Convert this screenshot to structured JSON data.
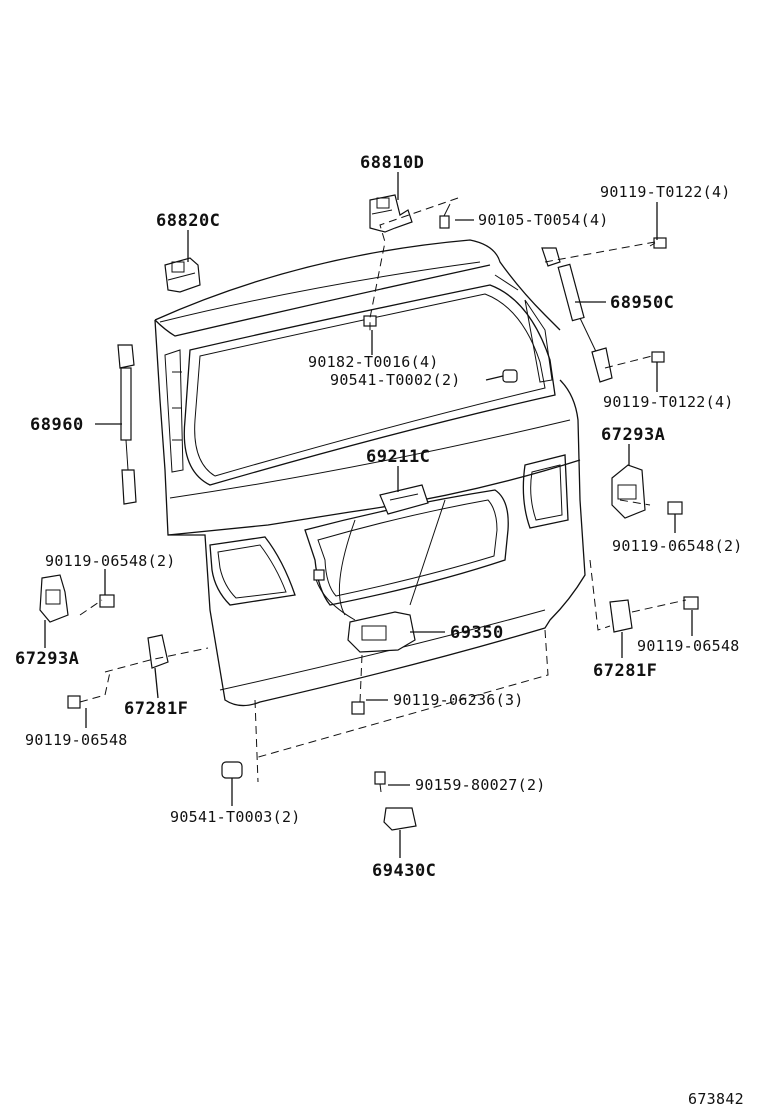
{
  "labels": {
    "p68810D": "68810D",
    "p68820C": "68820C",
    "p90119_T0122_a": "90119-T0122(4)",
    "p90105_T0054": "90105-T0054(4)",
    "p68950C": "68950C",
    "p90182_T0016": "90182-T0016(4)",
    "p90541_T0002": "90541-T0002(2)",
    "p90119_T0122_b": "90119-T0122(4)",
    "p68960": "68960",
    "p67293A_right": "67293A",
    "p69211C": "69211C",
    "p90119_06548_2_right": "90119-06548(2)",
    "p90119_06548_2_left": "90119-06548(2)",
    "p67293A_left": "67293A",
    "p90119_06548_right": "90119-06548",
    "p69350": "69350",
    "p67281F_right": "67281F",
    "p67281F_left": "67281F",
    "p90119_06236": "90119-06236(3)",
    "p90119_06548_left": "90119-06548",
    "p90159_80027": "90159-80027(2)",
    "p90541_T0003": "90541-T0003(2)",
    "p69430C": "69430C",
    "diagram_id": "673842"
  }
}
